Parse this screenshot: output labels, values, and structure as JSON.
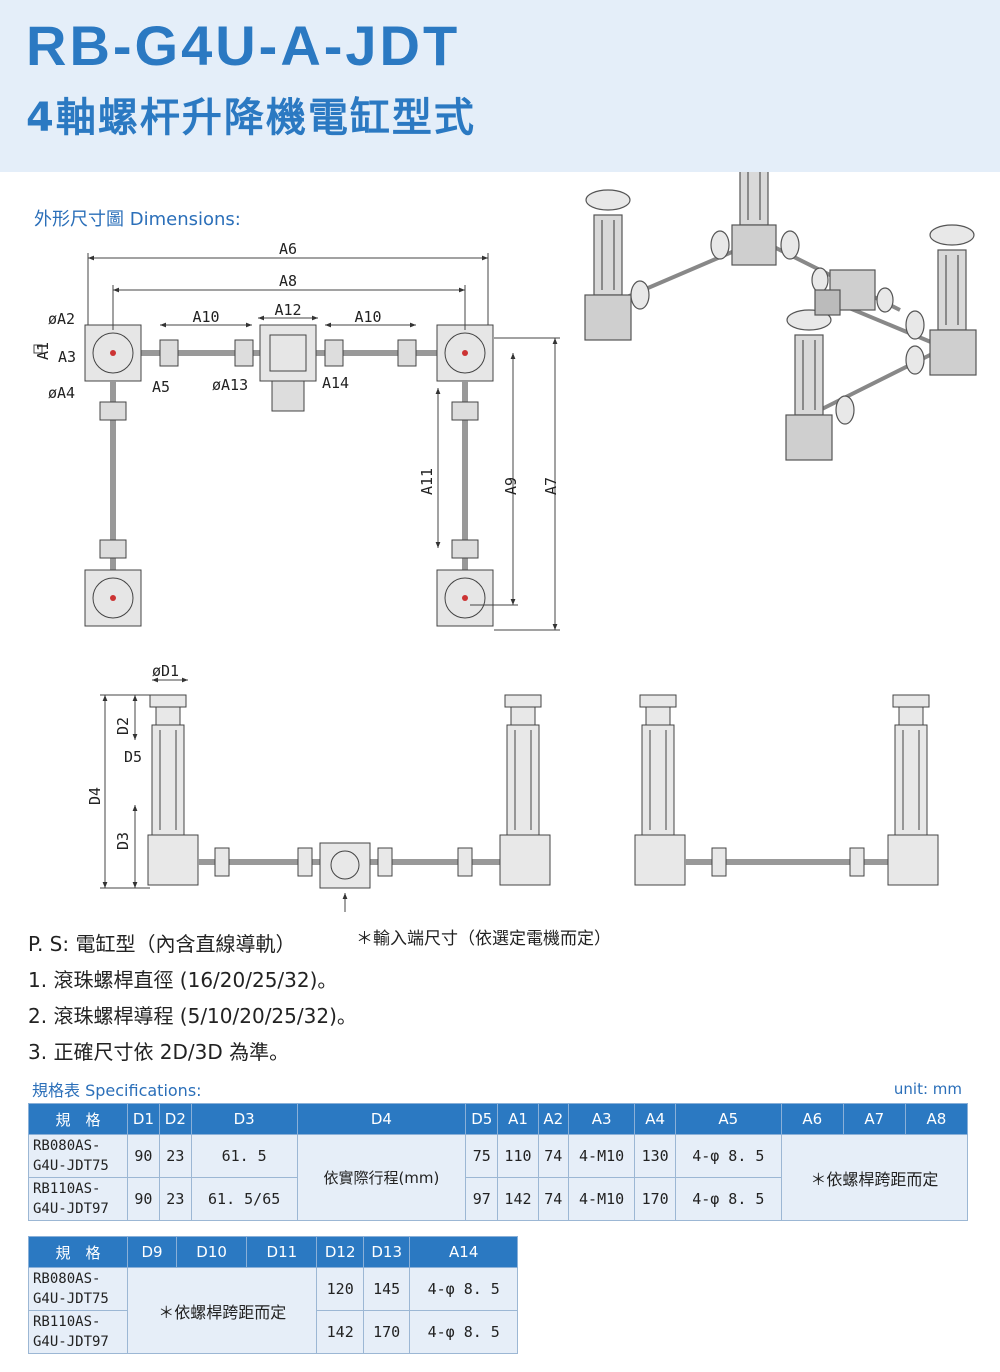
{
  "header": {
    "title": "RB-G4U-A-JDT",
    "subtitle": "4軸螺杆升降機電缸型式"
  },
  "dimensions_label": "外形尺寸圖 Dimensions:",
  "drawing_labels": {
    "A6": "A6",
    "A8": "A8",
    "A10_left": "A10",
    "A12": "A12",
    "A10_right": "A10",
    "A2": "øA2",
    "A1": "A1",
    "A3": "A3",
    "A4": "øA4",
    "A5": "A5",
    "A13": "øA13",
    "A14": "A14",
    "A11": "A11",
    "A9": "A9",
    "A7": "A7",
    "D1": "øD1",
    "D2": "D2",
    "D5": "D5",
    "D4": "D4",
    "D3": "D3"
  },
  "notes": {
    "ps": "P. S: 電缸型（內含直線導軌）",
    "input_note": "＊輸入端尺寸（依選定電機而定）",
    "items": [
      "1. 滾珠螺桿直徑 (16/20/25/32)。",
      "2. 滾珠螺桿導程 (5/10/20/25/32)。",
      "3. 正確尺寸依 2D/3D 為準。"
    ]
  },
  "spec": {
    "label": "規格表 Specifications:",
    "unit": "unit: mm",
    "table1": {
      "headers": [
        "規　格",
        "D1",
        "D2",
        "D3",
        "D4",
        "D5",
        "A1",
        "A2",
        "A3",
        "A4",
        "A5",
        "A6",
        "A7",
        "A8"
      ],
      "rows": [
        {
          "model": "RB080AS-G4U-JDT75",
          "D1": "90",
          "D2": "23",
          "D3": "61. 5",
          "D5": "75",
          "A1": "110",
          "A2": "74",
          "A3": "4-M10",
          "A4": "130",
          "A5": "4-φ 8. 5"
        },
        {
          "model": "RB110AS-G4U-JDT97",
          "D1": "90",
          "D2": "23",
          "D3": "61. 5/65",
          "D5": "97",
          "A1": "142",
          "A2": "74",
          "A3": "4-M10",
          "A4": "170",
          "A5": "4-φ 8. 5"
        }
      ],
      "d4_merged": "依實際行程(mm)",
      "a678_merged": "＊依螺桿跨距而定"
    },
    "table2": {
      "headers": [
        "規　格",
        "D9",
        "D10",
        "D11",
        "D12",
        "D13",
        "A14"
      ],
      "rows": [
        {
          "model": "RB080AS-G4U-JDT75",
          "D12": "120",
          "D13": "145",
          "A14": "4-φ 8. 5"
        },
        {
          "model": "RB110AS-G4U-JDT97",
          "D12": "142",
          "D13": "170",
          "A14": "4-φ 8. 5"
        }
      ],
      "d9_11_merged": "＊依螺桿跨距而定"
    }
  }
}
